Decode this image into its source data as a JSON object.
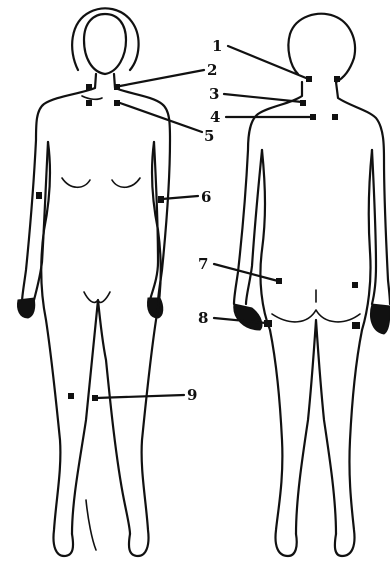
{
  "labels": [
    {
      "id": "1",
      "text": "1"
    },
    {
      "id": "2",
      "text": "2"
    },
    {
      "id": "3",
      "text": "3"
    },
    {
      "id": "4",
      "text": "4"
    },
    {
      "id": "5",
      "text": "5"
    },
    {
      "id": "6",
      "text": "6"
    },
    {
      "id": "7",
      "text": "7"
    },
    {
      "id": "8",
      "text": "8"
    },
    {
      "id": "9",
      "text": "9"
    }
  ],
  "colors": {
    "ink": "#111111",
    "background": "#ffffff"
  }
}
